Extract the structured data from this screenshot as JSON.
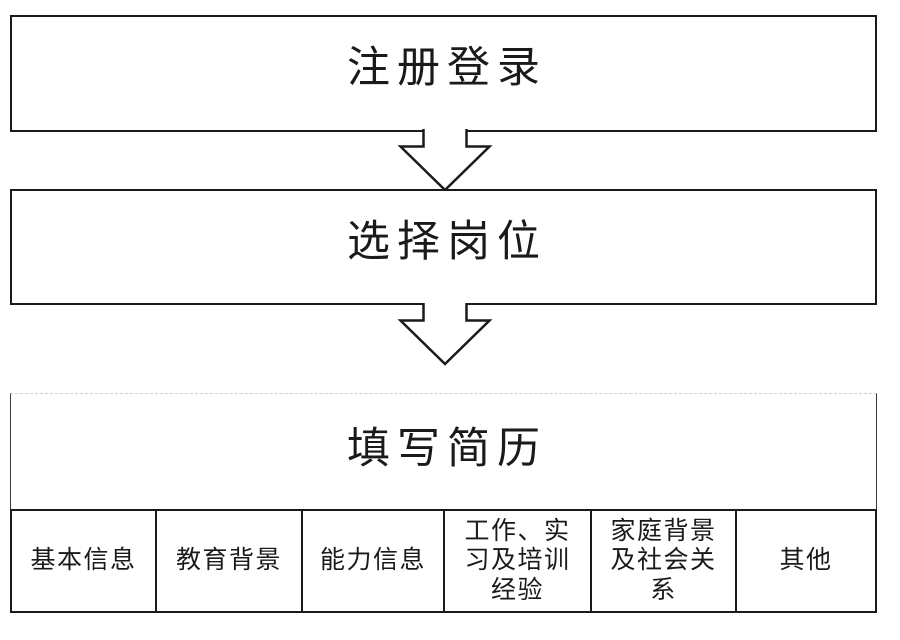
{
  "page": {
    "background_color": "#ffffff",
    "line_color": "#1a1a1a"
  },
  "flow": {
    "steps": [
      {
        "id": "register-login",
        "label": "注册登录"
      },
      {
        "id": "select-position",
        "label": "选择岗位"
      },
      {
        "id": "fill-resume",
        "label": "填写简历"
      }
    ],
    "connector_icon": "block-arrow-down"
  },
  "resume_sections": {
    "cells": [
      {
        "label": "基本信息"
      },
      {
        "label": "教育背景"
      },
      {
        "label": "能力信息"
      },
      {
        "label": "工作、实\n习及培训\n经验"
      },
      {
        "label": "家庭背景\n及社会关\n系"
      },
      {
        "label": "其他"
      }
    ]
  }
}
